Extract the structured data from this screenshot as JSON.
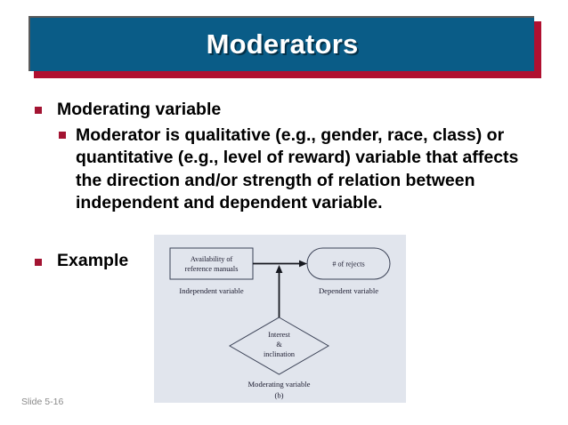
{
  "slide": {
    "title": "Moderators",
    "footer": "Slide 5-16",
    "colors": {
      "title_bar": "#0a5c87",
      "title_shadow": "#b01030",
      "title_border": "#5a5a5a",
      "bullet_marker": "#a31432",
      "body_text": "#000000",
      "diagram_panel_bg": "#e1e5ed",
      "diagram_stroke": "#3b4256",
      "footer_text": "#8a8a8a",
      "background": "#ffffff"
    }
  },
  "content": {
    "bullets": [
      {
        "level": 1,
        "text": "Moderating variable"
      },
      {
        "level": 2,
        "text": "Moderator is qualitative (e.g., gender, race, class) or quantitative (e.g., level of reward) variable that affects the direction and/or strength of relation between independent and dependent variable."
      },
      {
        "level": 1,
        "text": "Example"
      }
    ]
  },
  "diagram": {
    "caption": "(b)",
    "nodes": [
      {
        "id": "independent",
        "shape": "rectangle",
        "text_line1": "Availability of",
        "text_line2": "reference manuals",
        "role_label": "Independent variable"
      },
      {
        "id": "dependent",
        "shape": "stadium",
        "text_line1": "# of rejects",
        "text_line2": "",
        "role_label": "Dependent variable"
      },
      {
        "id": "moderating",
        "shape": "diamond",
        "text_line1": "Interest",
        "text_line2": "&",
        "text_line3": "inclination",
        "role_label": "Moderating variable"
      }
    ],
    "edges": [
      {
        "from": "independent",
        "to": "dependent",
        "style": "arrow-right"
      },
      {
        "from": "moderating",
        "to": "independent-dependent-link",
        "style": "arrow-up"
      }
    ]
  }
}
